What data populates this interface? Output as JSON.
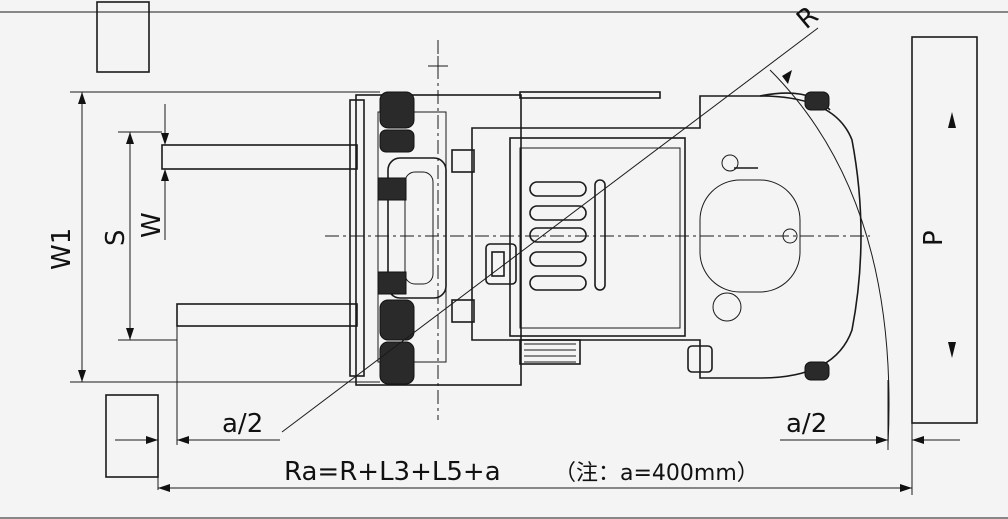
{
  "labels": {
    "w1": "W1",
    "s": "S",
    "w": "W",
    "r": "R",
    "p": "P",
    "a_half_left": "a/2",
    "a_half_right": "a/2",
    "formula": "Ra=R+L3+L5+a",
    "note": "（注：a=400mm）"
  }
}
